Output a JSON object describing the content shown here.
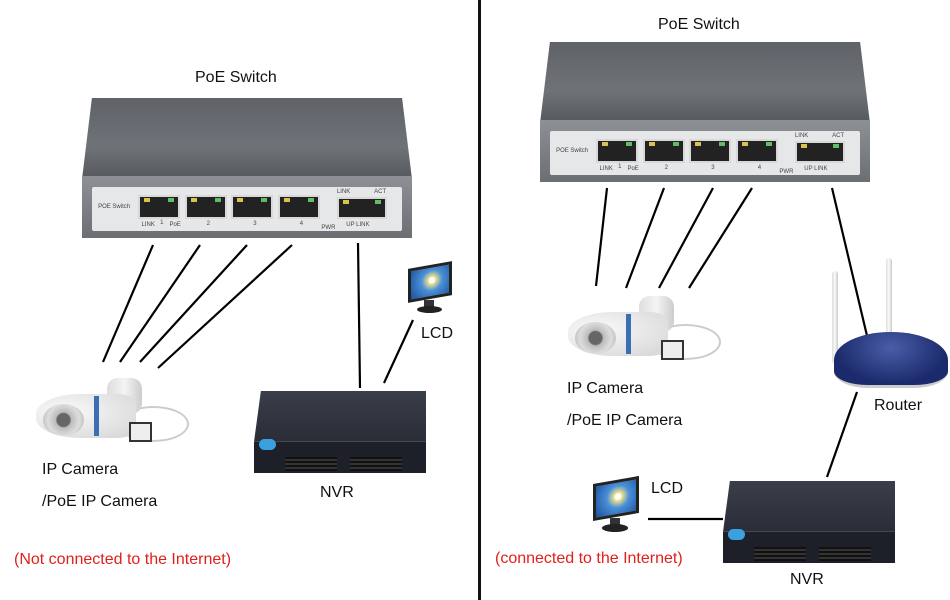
{
  "left_diagram": {
    "switch_title": "PoE Switch",
    "switch_panel": {
      "brand": "POE Switch",
      "link": "LINK",
      "poe": "PoE",
      "ports": [
        "1",
        "2",
        "3",
        "4"
      ],
      "pwr": "PWR",
      "uplink_link": "LINK",
      "uplink_act": "ACT",
      "uplink": "UP LINK"
    },
    "camera_label_1": "IP Camera",
    "camera_label_2": "/PoE IP Camera",
    "nvr_label": "NVR",
    "lcd_label": "LCD",
    "status": "(Not connected to the Internet)"
  },
  "right_diagram": {
    "switch_title": "PoE Switch",
    "switch_panel": {
      "brand": "POE Switch",
      "link": "LINK",
      "poe": "PoE",
      "ports": [
        "1",
        "2",
        "3",
        "4"
      ],
      "pwr": "PWR",
      "uplink_link": "LINK",
      "uplink_act": "ACT",
      "uplink": "UP LINK"
    },
    "camera_label_1": "IP Camera",
    "camera_label_2": "/PoE IP Camera",
    "router_label": "Router",
    "lcd_label": "LCD",
    "nvr_label": "NVR",
    "status": "(connected to the Internet)"
  },
  "colors": {
    "status_text": "#e0201c",
    "divider": "#111111"
  }
}
